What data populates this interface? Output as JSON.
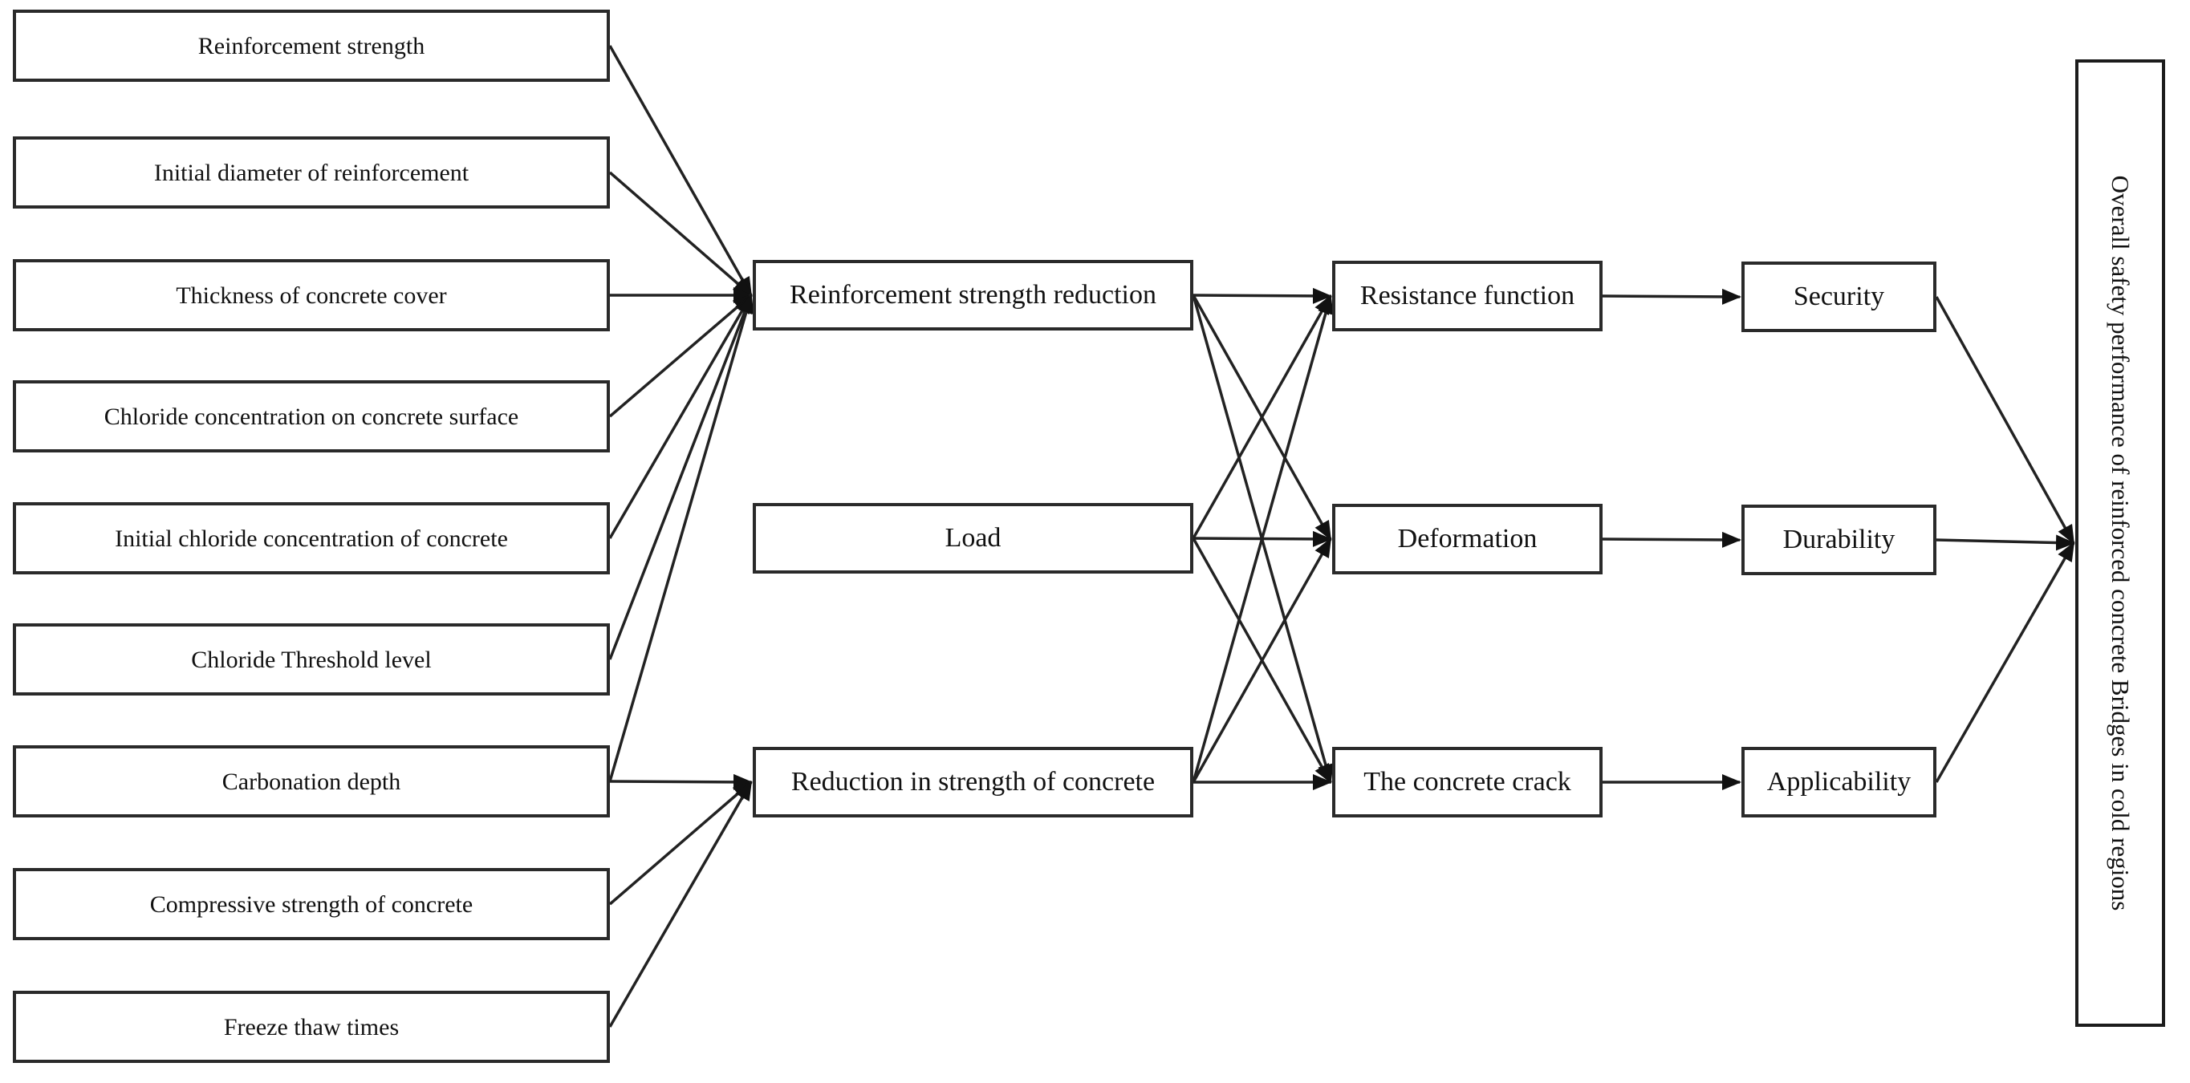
{
  "figure": {
    "background": "#ffffff",
    "line_color": "#222222",
    "box_border_color": "#2a2a2a",
    "text_color": "#111111",
    "columns": {
      "factors": [
        {
          "id": "reinforcement-strength",
          "label": "Reinforcement strength"
        },
        {
          "id": "initial-diameter",
          "label": "Initial diameter of reinforcement"
        },
        {
          "id": "cover-thickness",
          "label": "Thickness of concrete cover"
        },
        {
          "id": "chloride-surface",
          "label": "Chloride concentration on concrete surface"
        },
        {
          "id": "chloride-initial",
          "label": "Initial chloride concentration of concrete"
        },
        {
          "id": "chloride-threshold",
          "label": "Chloride Threshold level"
        },
        {
          "id": "carbonation-depth",
          "label": "Carbonation depth"
        },
        {
          "id": "compressive-strength",
          "label": "Compressive strength of concrete"
        },
        {
          "id": "freeze-thaw",
          "label": "Freeze thaw times"
        }
      ],
      "intermediate": [
        {
          "id": "strength-reduction-steel",
          "label": "Reinforcement strength reduction"
        },
        {
          "id": "load",
          "label": "Load"
        },
        {
          "id": "strength-reduction-concrete",
          "label": "Reduction in strength of concrete"
        }
      ],
      "responses": [
        {
          "id": "resistance-function",
          "label": "Resistance function"
        },
        {
          "id": "deformation",
          "label": "Deformation"
        },
        {
          "id": "concrete-crack",
          "label": "The concrete crack"
        }
      ],
      "attributes": [
        {
          "id": "security",
          "label": "Security"
        },
        {
          "id": "durability",
          "label": "Durability"
        },
        {
          "id": "applicability",
          "label": "Applicability"
        }
      ],
      "goal": {
        "id": "goal",
        "label": "Overall safety performance of reinforced concrete Bridges in cold regions"
      }
    },
    "edges": [
      {
        "from": "reinforcement-strength",
        "to": "strength-reduction-steel"
      },
      {
        "from": "initial-diameter",
        "to": "strength-reduction-steel"
      },
      {
        "from": "cover-thickness",
        "to": "strength-reduction-steel"
      },
      {
        "from": "chloride-surface",
        "to": "strength-reduction-steel"
      },
      {
        "from": "chloride-initial",
        "to": "strength-reduction-steel"
      },
      {
        "from": "chloride-threshold",
        "to": "strength-reduction-steel"
      },
      {
        "from": "carbonation-depth",
        "to": "strength-reduction-steel"
      },
      {
        "from": "carbonation-depth",
        "to": "strength-reduction-concrete"
      },
      {
        "from": "compressive-strength",
        "to": "strength-reduction-concrete"
      },
      {
        "from": "freeze-thaw",
        "to": "strength-reduction-concrete"
      },
      {
        "from": "strength-reduction-steel",
        "to": "resistance-function"
      },
      {
        "from": "strength-reduction-steel",
        "to": "deformation"
      },
      {
        "from": "strength-reduction-steel",
        "to": "concrete-crack"
      },
      {
        "from": "load",
        "to": "resistance-function"
      },
      {
        "from": "load",
        "to": "deformation"
      },
      {
        "from": "load",
        "to": "concrete-crack"
      },
      {
        "from": "strength-reduction-concrete",
        "to": "resistance-function"
      },
      {
        "from": "strength-reduction-concrete",
        "to": "deformation"
      },
      {
        "from": "strength-reduction-concrete",
        "to": "concrete-crack"
      },
      {
        "from": "resistance-function",
        "to": "security"
      },
      {
        "from": "deformation",
        "to": "durability"
      },
      {
        "from": "concrete-crack",
        "to": "applicability"
      },
      {
        "from": "security",
        "to": "goal"
      },
      {
        "from": "durability",
        "to": "goal"
      },
      {
        "from": "applicability",
        "to": "goal"
      }
    ]
  }
}
